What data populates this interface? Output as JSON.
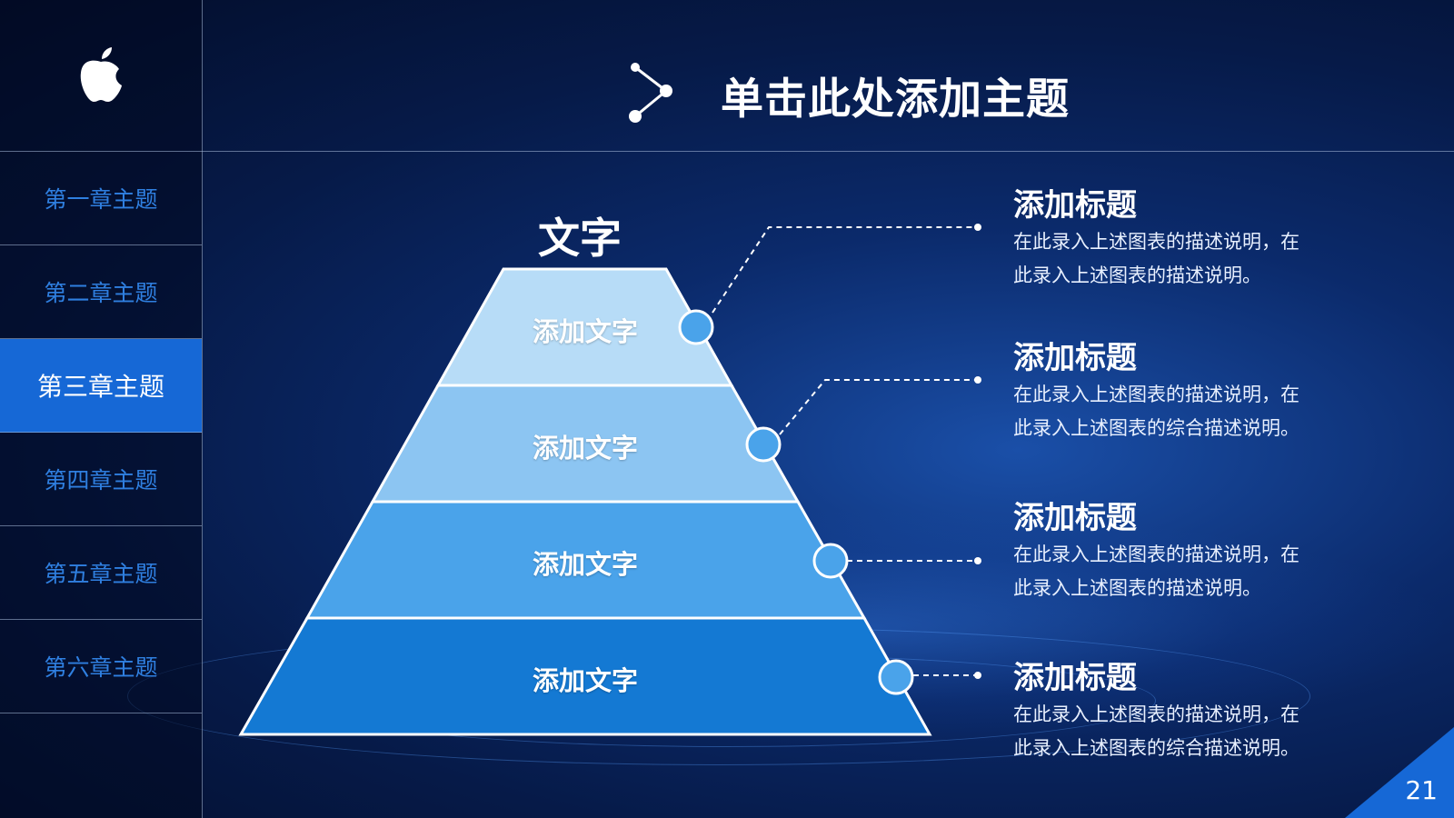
{
  "sidebar": {
    "logo_icon": "apple-logo-icon",
    "items": [
      {
        "label": "第一章主题",
        "active": false
      },
      {
        "label": "第二章主题",
        "active": false
      },
      {
        "label": "第三章主题",
        "active": true
      },
      {
        "label": "第四章主题",
        "active": false
      },
      {
        "label": "第五章主题",
        "active": false
      },
      {
        "label": "第六章主题",
        "active": false
      }
    ]
  },
  "header": {
    "title": "单击此处添加主题",
    "icon": "share-nodes-icon"
  },
  "pyramid": {
    "apex_label": "文字",
    "tiers": [
      {
        "label": "添加文字",
        "color": "#b7dcf7"
      },
      {
        "label": "添加文字",
        "color": "#8cc5f2"
      },
      {
        "label": "添加文字",
        "color": "#4aa3ea"
      },
      {
        "label": "添加文字",
        "color": "#1479d3"
      }
    ]
  },
  "callouts": [
    {
      "title": "添加标题",
      "line1": "在此录入上述图表的描述说明，在",
      "line2": "此录入上述图表的描述说明。"
    },
    {
      "title": "添加标题",
      "line1": "在此录入上述图表的描述说明，在",
      "line2": "此录入上述图表的综合描述说明。"
    },
    {
      "title": "添加标题",
      "line1": "在此录入上述图表的描述说明，在",
      "line2": "此录入上述图表的描述说明。"
    },
    {
      "title": "添加标题",
      "line1": "在此录入上述图表的描述说明，在",
      "line2": "此录入上述图表的综合描述说明。"
    }
  ],
  "page_number": "21",
  "colors": {
    "accent": "#1668d6",
    "node": "#4aa3ea"
  }
}
